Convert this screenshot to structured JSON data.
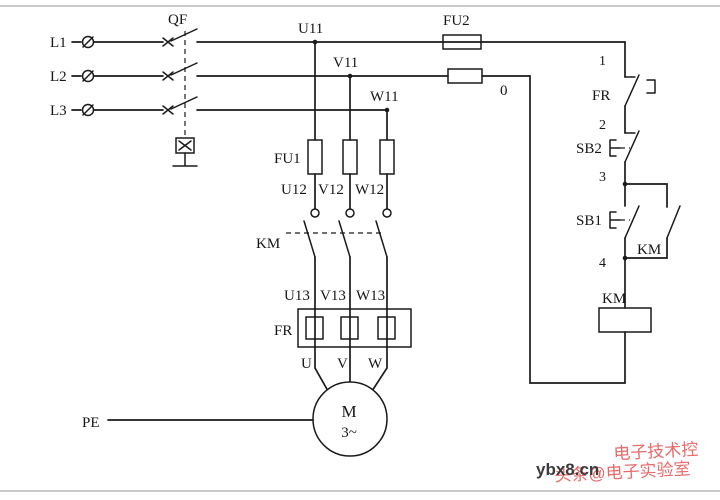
{
  "diagram": {
    "supply": {
      "l1": "L1",
      "l2": "L2",
      "l3": "L3"
    },
    "breaker": {
      "label": "QF"
    },
    "fuses": {
      "fu1": "FU1",
      "fu2": "FU2"
    },
    "wires": {
      "u11": "U11",
      "v11": "V11",
      "w11": "W11",
      "u12": "U12",
      "v12": "V12",
      "w12": "W12",
      "u13": "U13",
      "v13": "V13",
      "w13": "W13",
      "u": "U",
      "v": "V",
      "w": "W",
      "zero": "0",
      "pe": "PE"
    },
    "contactor": {
      "main": "KM",
      "aux": "KM",
      "coil": "KM"
    },
    "overload": {
      "heater": "FR",
      "contact": "FR"
    },
    "buttons": {
      "stop": "SB2",
      "start": "SB1"
    },
    "nodes": {
      "n1": "1",
      "n2": "2",
      "n3": "3",
      "n4": "4"
    },
    "motor": {
      "symbol": "M",
      "phases": "3~"
    }
  },
  "watermark": {
    "site": "ybx8.cn",
    "brand": "电子技术控",
    "credit": "头条@电子实验室"
  },
  "colors": {
    "wire": "#1a1a1a",
    "watermark_red": "#e04545",
    "watermark_dark": "#3c3c3c"
  }
}
